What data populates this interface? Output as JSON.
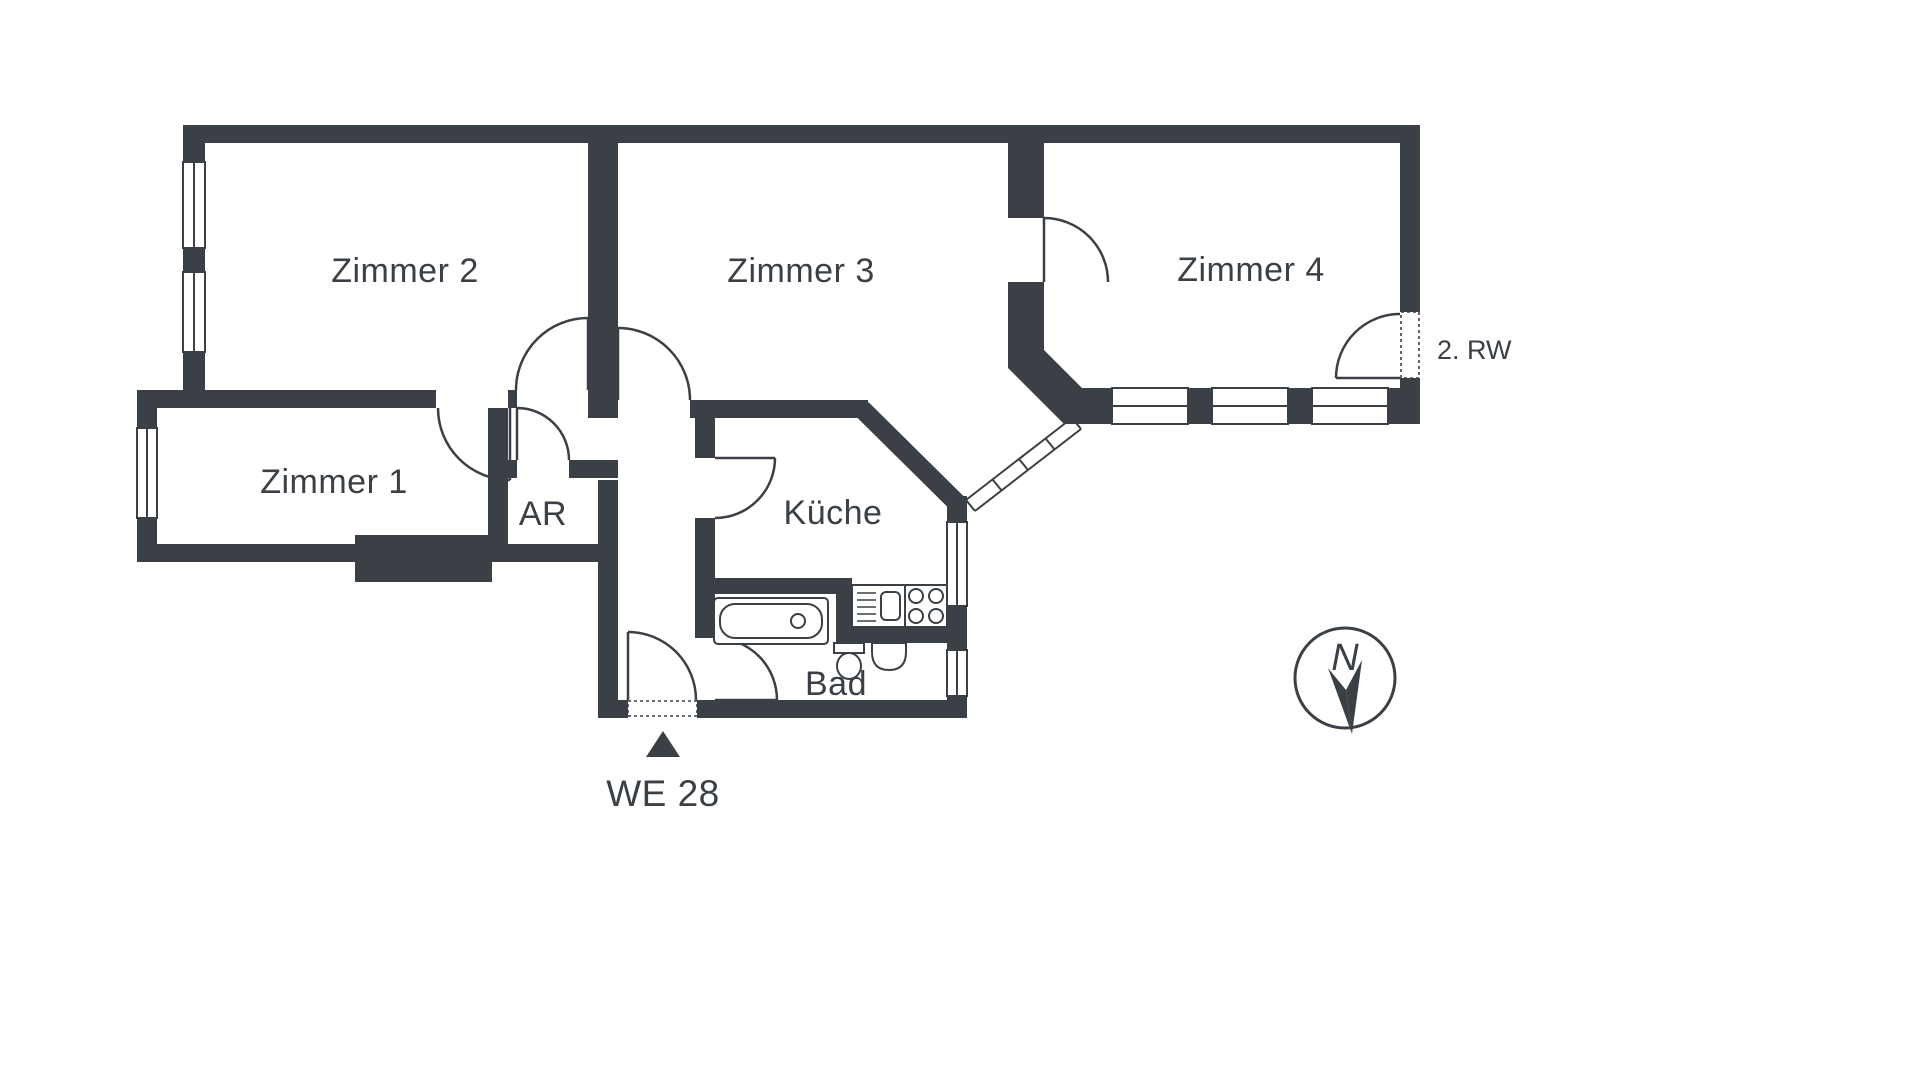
{
  "colors": {
    "walls": "#3a4045",
    "background": "#ffffff"
  },
  "rooms": {
    "zimmer1": {
      "label": "Zimmer 1"
    },
    "zimmer2": {
      "label": "Zimmer 2"
    },
    "zimmer3": {
      "label": "Zimmer 3"
    },
    "zimmer4": {
      "label": "Zimmer 4"
    },
    "ar": {
      "label": "AR"
    },
    "kueche": {
      "label": "Küche"
    },
    "bad": {
      "label": "Bad"
    }
  },
  "annotations": {
    "escape_route": "2. RW",
    "unit_label": "WE 28",
    "compass_north": "N"
  }
}
